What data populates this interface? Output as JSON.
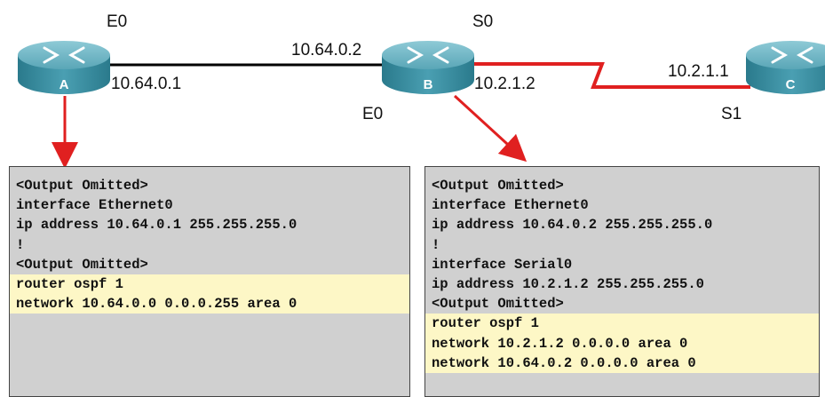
{
  "diagram": {
    "routers": [
      {
        "id": "A",
        "label": "A"
      },
      {
        "id": "B",
        "label": "B"
      },
      {
        "id": "C",
        "label": "C"
      }
    ],
    "interface_labels": {
      "a_e0": "E0",
      "b_s0": "S0",
      "b_e0": "E0",
      "c_s1": "S1"
    },
    "address_labels": {
      "a_ip": "10.64.0.1",
      "b_e0_ip": "10.64.0.2",
      "b_s0_ip": "10.2.1.2",
      "c_s1_ip": "10.2.1.1"
    },
    "colors": {
      "router_body": "#3f8fa0",
      "serial_link": "#e02020",
      "arrow": "#e02020",
      "ethernet_link": "#000000",
      "panel_bg": "#d0d0d0",
      "ospf_highlight": "#fdf7c6"
    }
  },
  "config_a": {
    "lines": [
      "<Output Omitted>",
      "interface Ethernet0",
      "ip address 10.64.0.1 255.255.255.0",
      "!",
      "<Output Omitted>"
    ],
    "ospf_lines": [
      "router ospf 1",
      "network 10.64.0.0 0.0.0.255 area 0"
    ]
  },
  "config_b": {
    "lines": [
      "<Output Omitted>",
      "interface Ethernet0",
      "ip address 10.64.0.2 255.255.255.0",
      "!",
      "interface Serial0",
      "ip address 10.2.1.2 255.255.255.0",
      "<Output Omitted>"
    ],
    "ospf_lines": [
      "router ospf 1",
      "network 10.2.1.2 0.0.0.0 area 0",
      "network 10.64.0.2 0.0.0.0 area 0"
    ]
  }
}
